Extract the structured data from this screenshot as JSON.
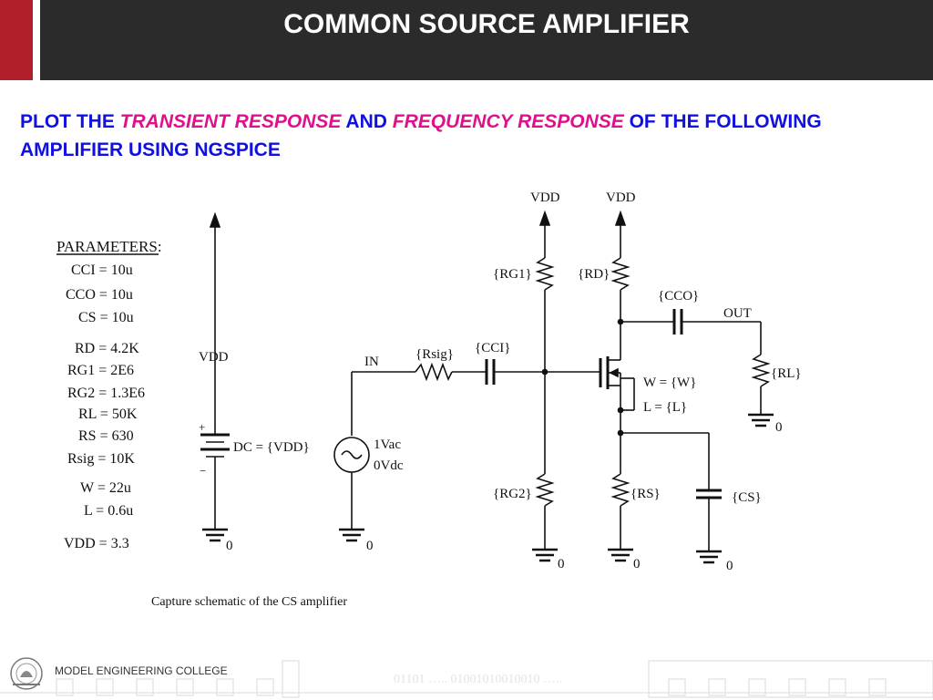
{
  "header": {
    "title": "COMMON SOURCE AMPLIFIER"
  },
  "task": {
    "part1": "PLOT THE ",
    "em1": "TRANSIENT RESPONSE",
    "part2": " AND ",
    "em2": "FREQUENCY RESPONSE",
    "part3": " OF THE FOLLOWING AMPLIFIER USING NGSPICE"
  },
  "parameters": {
    "heading": "PARAMETERS:",
    "items": [
      "CCI = 10u",
      "CCO = 10u",
      "CS = 10u",
      "RD = 4.2K",
      "RG1 = 2E6",
      "RG2 = 1.3E6",
      "RL = 50K",
      "RS = 630",
      "Rsig = 10K",
      "W = 22u",
      "L = 0.6u",
      "VDD = 3.3"
    ]
  },
  "schematic": {
    "vdd": "VDD",
    "ground": "0",
    "in": "IN",
    "out": "OUT",
    "rsig": "{Rsig}",
    "cci": "{CCI}",
    "rg1": "{RG1}",
    "rg2": "{RG2}",
    "rd": "{RD}",
    "rs": "{RS}",
    "cco": "{CCO}",
    "rl": "{RL}",
    "cs": "{CS}",
    "w": "W = {W}",
    "l": "L = {L}",
    "dc": "DC = {VDD}",
    "vac": "1Vac",
    "vdc": "0Vdc",
    "plus": "+",
    "minus": "−",
    "caption": "Capture schematic of the CS amplifier"
  },
  "footer": {
    "college": "MODEL ENGINEERING COLLEGE",
    "binary": "01101 ….. 01001010010010 ….."
  },
  "colors": {
    "header_bg": "#2b2b2b",
    "accent_red": "#b01e2a",
    "task_blue": "#1010e0",
    "task_magenta": "#e0108c"
  }
}
